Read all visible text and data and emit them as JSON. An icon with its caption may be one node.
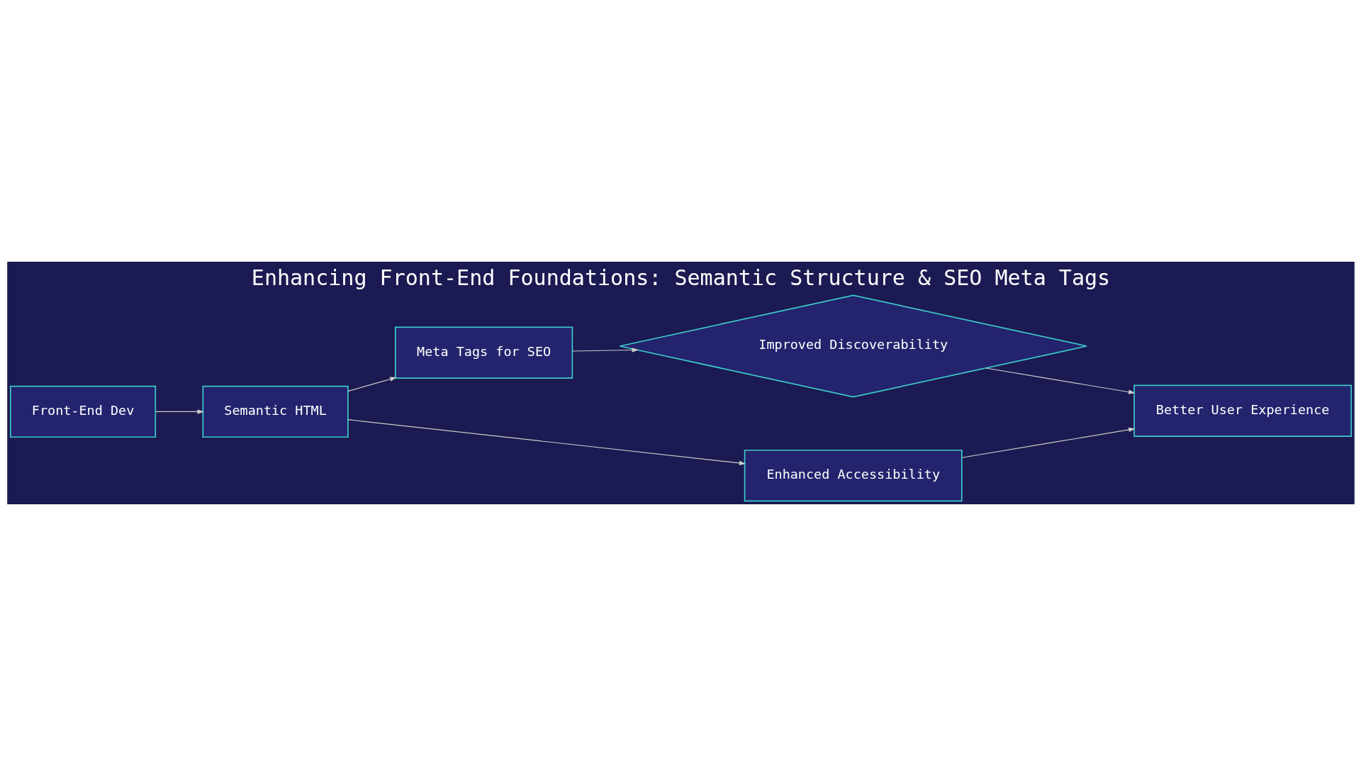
{
  "diagram": {
    "title": "Enhancing Front-End Foundations: Semantic Structure & SEO Meta Tags",
    "nodes": [
      {
        "text": [
          "Front-End Dev"
        ]
      },
      {
        "text": [
          "Semantic HTML"
        ]
      },
      {
        "text": [
          "Meta Tags for SEO"
        ]
      },
      {
        "text": [
          "Improved Discoverability"
        ]
      },
      {
        "text": [
          "Enhanced Accessibility"
        ]
      },
      {
        "text": [
          "Better User Experience"
        ]
      }
    ],
    "edges": [
      {
        "from": 0,
        "to": 1,
        "arrow": "to"
      },
      {
        "from": 1,
        "to": 2,
        "arrow": "to"
      },
      {
        "from": 1,
        "to": 4,
        "arrow": "to"
      },
      {
        "from": 2,
        "to": 3,
        "arrow": "to"
      },
      {
        "from": 3,
        "to": 5,
        "arrow": "to"
      },
      {
        "from": 4,
        "to": 5,
        "arrow": "to"
      }
    ]
  }
}
